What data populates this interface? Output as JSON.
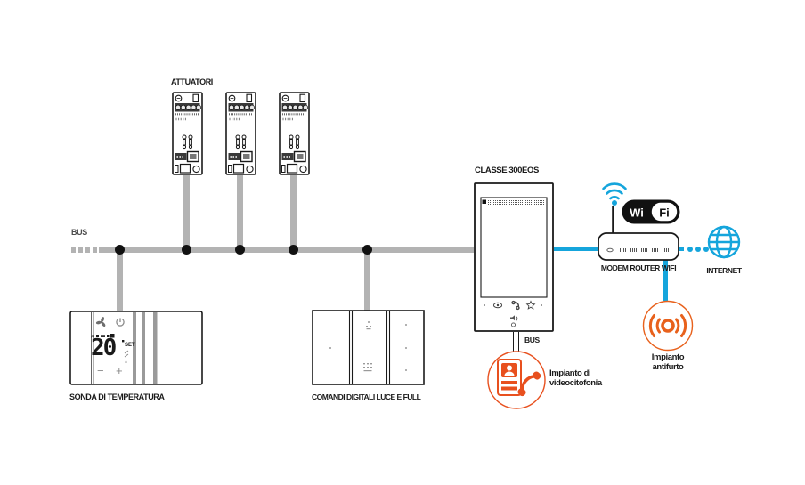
{
  "colors": {
    "bus-gray": "#b3b3b3",
    "line-black": "#1a1a1a",
    "accent-blue": "#15a5dc",
    "alarm-orange": "#e8611c",
    "intercom-red": "#e8501e",
    "label-gray": "#4d4d4d"
  },
  "diagram": {
    "bus_label_left": "BUS",
    "nodes": {
      "actuators": {
        "label": "ATTUATORI"
      },
      "thermostat": {
        "label": "SONDA DI TEMPERATURA",
        "display": {
          "temperature": "20",
          "set_label": "SET",
          "minus": "−",
          "plus": "+"
        }
      },
      "digital_commands": {
        "label": "COMANDI DIGITALI LUCE E FULL"
      },
      "video_entry_unit": {
        "label": "CLASSE 300EOS",
        "bus_label": "BUS"
      },
      "router": {
        "label": "MODEM ROUTER WIFI",
        "wifi_logo": {
          "wi": "Wi",
          "fi": "Fi"
        }
      },
      "internet": {
        "label": "INTERNET"
      },
      "intercom_system": {
        "label_line1": "Impianto di",
        "label_line2": "videocitofonia"
      },
      "alarm_system": {
        "label_line1": "Impianto",
        "label_line2": "antifurto"
      }
    },
    "icons": {
      "wifi_waves": "wifi-waves-icon",
      "globe": "globe-icon",
      "siren": "siren-icon",
      "entrance_panel_handset": "intercom-icon",
      "fan": "fan-icon",
      "power": "power-icon",
      "camera_eye": "eye-icon",
      "handset": "handset-icon",
      "favourite_star": "star-icon",
      "speaker": "speaker-icon"
    }
  }
}
